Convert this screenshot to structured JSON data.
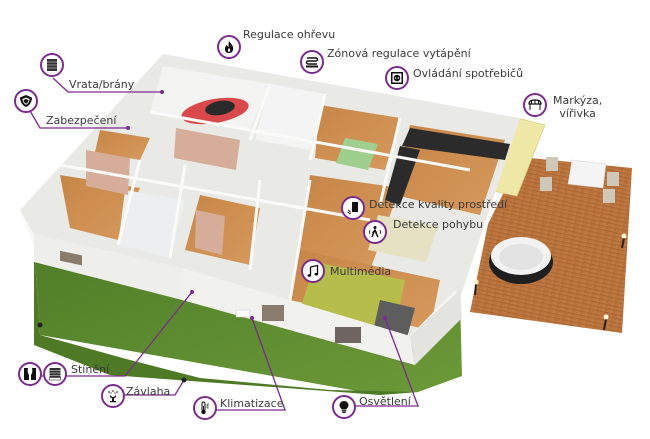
{
  "colors": {
    "accent": "#7a2c8e",
    "grass": "#5b8a2e",
    "floor_wood": "#c98a4e",
    "wall": "#efefec",
    "deck": "#b7703a",
    "awning": "#efe7a6",
    "car": "#d9484a",
    "text": "#3a3a3a"
  },
  "callouts": [
    {
      "id": "gates",
      "label": "Vrata/brány",
      "icon": "gate-icon"
    },
    {
      "id": "security",
      "label": "Zabezpečení",
      "icon": "shield-icon"
    },
    {
      "id": "heating",
      "label": "Regulace ohřevu",
      "icon": "flame-icon"
    },
    {
      "id": "zone_heating",
      "label": "Zónová regulace vytápění",
      "icon": "floor-heating-icon"
    },
    {
      "id": "appliances",
      "label": "Ovládání spotřebičů",
      "icon": "socket-icon"
    },
    {
      "id": "awning",
      "label": "Markýza,",
      "label2": "vířivka",
      "icon": "awning-icon"
    },
    {
      "id": "air_quality",
      "label": "Detekce kvality prostředí",
      "icon": "air-quality-sensor-icon"
    },
    {
      "id": "motion",
      "label": "Detekce pohybu",
      "icon": "motion-sensor-icon"
    },
    {
      "id": "multimedia",
      "label": "Multimédia",
      "icon": "music-note-icon"
    },
    {
      "id": "shading",
      "label": "Stínění",
      "icon": "curtains-icon",
      "icon2": "blinds-icon"
    },
    {
      "id": "irrigation",
      "label": "Závlaha",
      "icon": "sprinkler-icon"
    },
    {
      "id": "climate",
      "label": "Klimatizace",
      "icon": "thermometer-icon"
    },
    {
      "id": "lighting",
      "label": "Osvětlení",
      "icon": "bulb-icon"
    }
  ]
}
